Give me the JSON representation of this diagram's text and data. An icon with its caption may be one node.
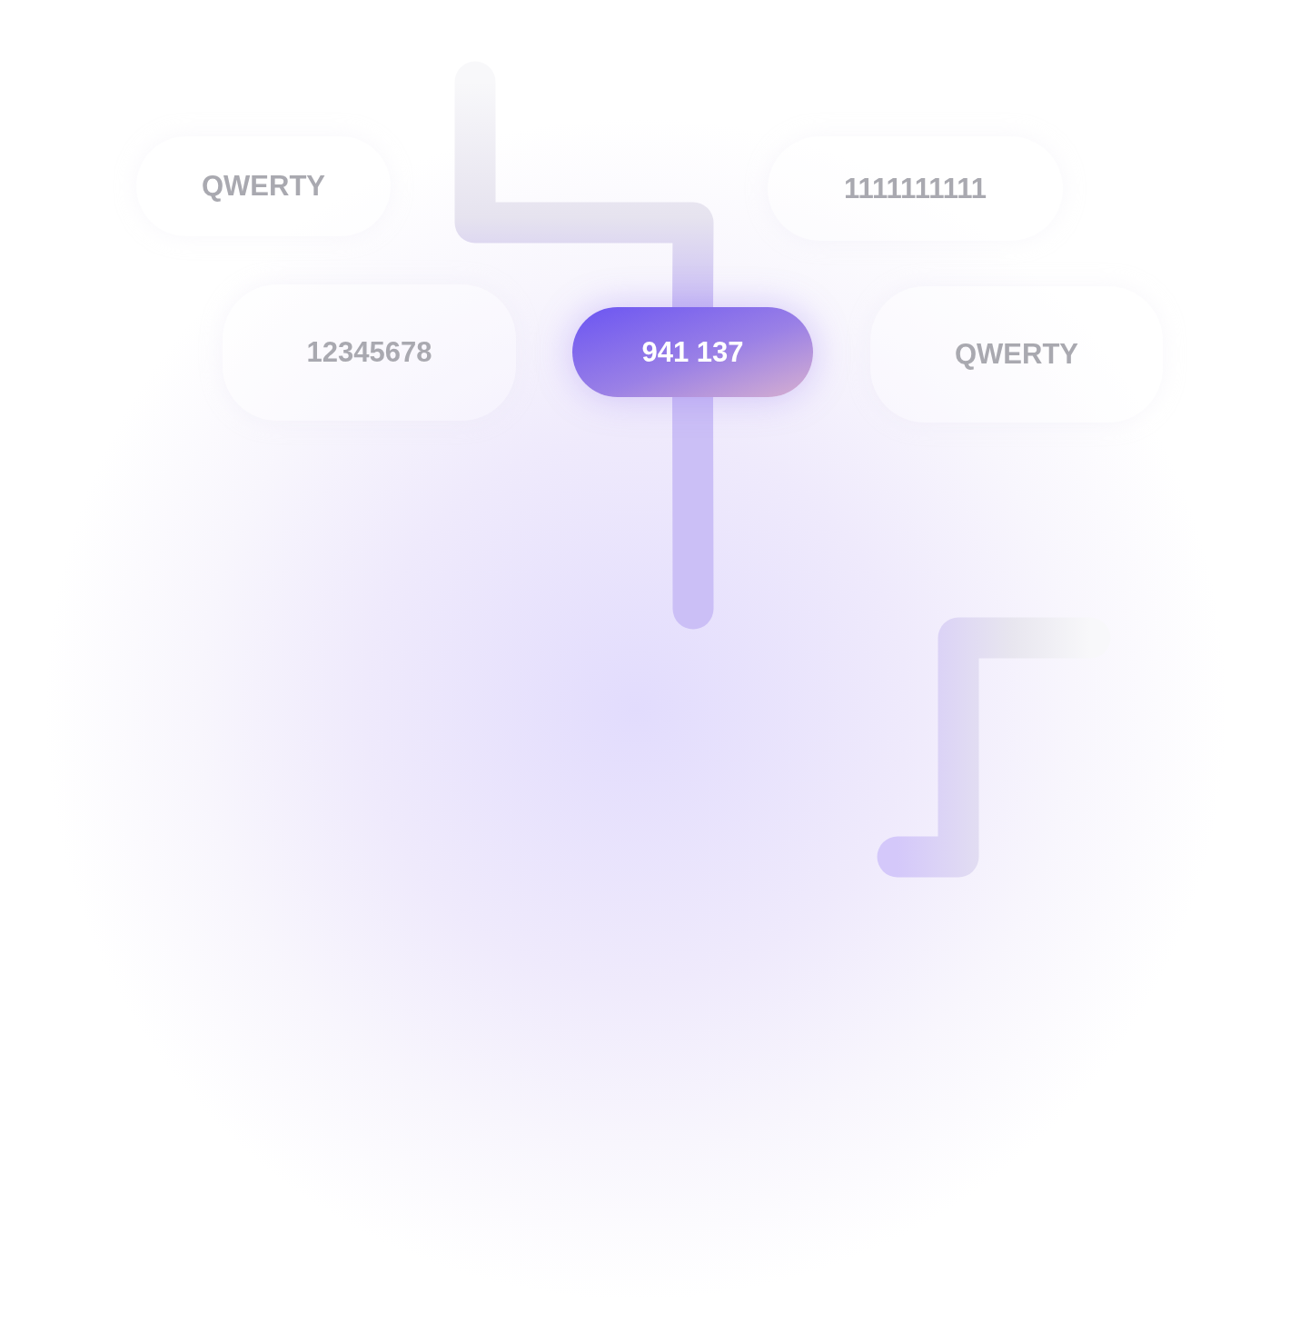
{
  "diagram": {
    "nodes": [
      {
        "text": [
          "QWERTY"
        ]
      },
      {
        "text": [
          "1111111111"
        ]
      },
      {
        "text": [
          "12345678"
        ]
      },
      {
        "text": [
          "941 137"
        ]
      },
      {
        "text": [
          "QWERTY"
        ]
      }
    ],
    "edges": [
      {
        "from": null,
        "to": 3,
        "arrow": "none"
      },
      {
        "from": 3,
        "to": null,
        "arrow": "none"
      }
    ]
  }
}
